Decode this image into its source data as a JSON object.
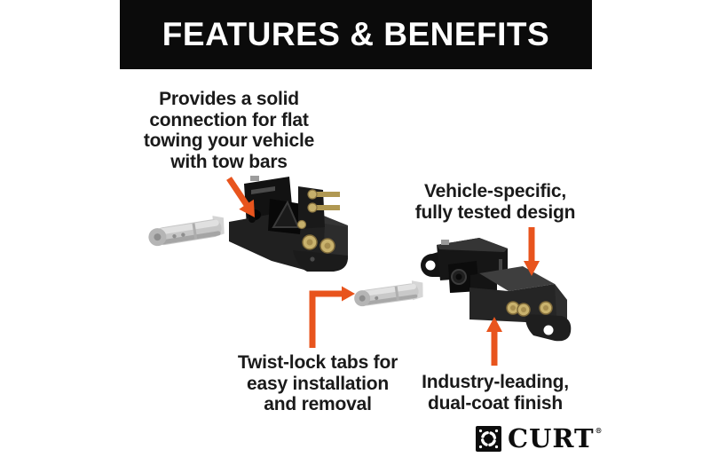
{
  "banner": {
    "title": "FEATURES & BENEFITS"
  },
  "callouts": [
    {
      "id": "flat-towing",
      "text": "Provides a solid\nconnection for flat\ntowing your vehicle\nwith tow bars",
      "arrow": "diagonal-down-right-arrow"
    },
    {
      "id": "vehicle-specific",
      "text": "Vehicle-specific,\nfully tested design",
      "arrow": "down-arrow"
    },
    {
      "id": "twist-lock",
      "text": "Twist-lock tabs for\neasy installation\nand removal",
      "arrow": "elbow-right-arrow"
    },
    {
      "id": "dual-coat",
      "text": "Industry-leading,\ndual-coat finish",
      "arrow": "up-arrow"
    }
  ],
  "products": [
    {
      "name": "twist-lock-pin-left"
    },
    {
      "name": "mounting-bracket-left-view"
    },
    {
      "name": "twist-lock-pin-right"
    },
    {
      "name": "mounting-bracket-right-view"
    }
  ],
  "logo": {
    "brand": "CURT",
    "registered": "®",
    "icon": "curt-knot-icon"
  },
  "colors": {
    "accent_orange": "#E8541D",
    "banner_background": "#0B0B0B",
    "banner_text": "#FFFFFF",
    "body_text": "#1A1A1A",
    "page_background": "#FFFFFF",
    "product_black": "#1E1E1E",
    "bolt_gold": "#C9B26D",
    "pin_silver": "#C6C6C6",
    "logo_black": "#0D0D0D"
  }
}
